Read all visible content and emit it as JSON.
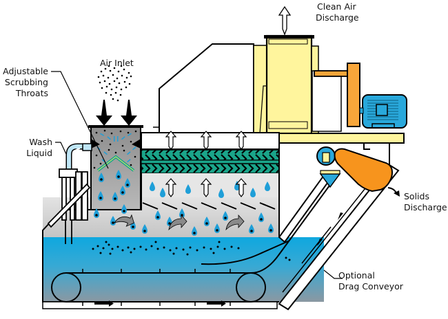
{
  "title": "Wet Scrubber with Optional Drag Conveyor",
  "labels": {
    "air_inlet": "Air Inlet",
    "scrubbing_throats_line1": "Adjustable",
    "scrubbing_throats_line2": "Scrubbing",
    "scrubbing_throats_line3": "Throats",
    "wash_liquid_line1": "Wash",
    "wash_liquid_line2": "Liquid",
    "clean_air_line1": "Clean Air",
    "clean_air_line2": "Discharge",
    "solids_line1": "Solids",
    "solids_line2": "Discharge",
    "conveyor_line1": "Optional",
    "conveyor_line2": "Drag Conveyor"
  },
  "colors": {
    "outline": "#000000",
    "fan_yellow": "#fff59d",
    "drive_orange": "#f7a63a",
    "motor_blue": "#29a8db",
    "water_blue": "#17aee0",
    "water_deep": "#7fa5b8",
    "chamber_gray": "#c9c9c9",
    "chamber_light": "#e6e6e6",
    "mist_green": "#1aa58a",
    "droplet_blue": "#1f9fd8",
    "flow_arrow_gray": "#8a8a8a",
    "pipe_light_blue": "#bfe6f6"
  }
}
